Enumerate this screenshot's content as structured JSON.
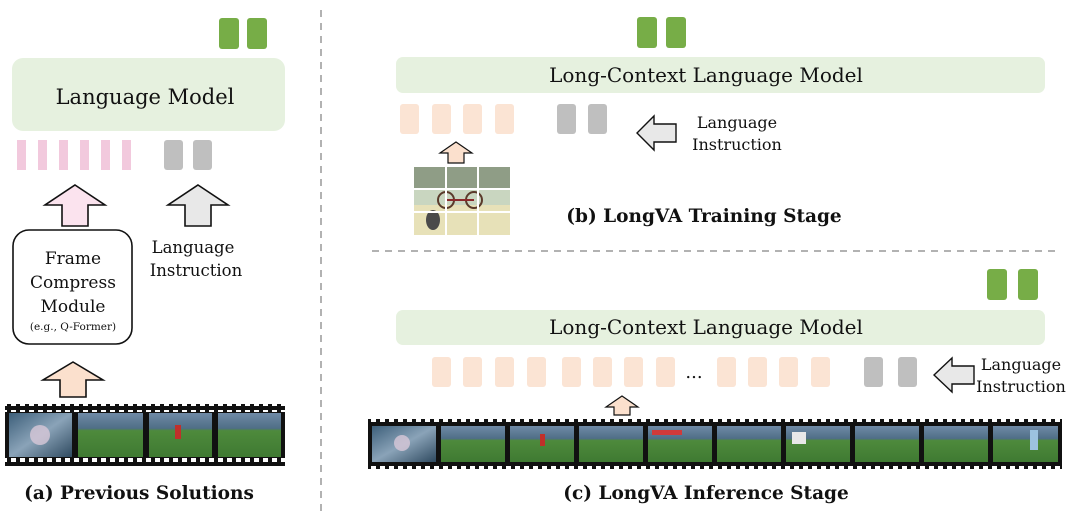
{
  "colors": {
    "model_box": "#e6f1df",
    "output_token": "#77ad47",
    "visual_token_prev": "#f2c9dd",
    "visual_token_long": "#fbe4d4",
    "text_token": "#bfbfbf",
    "arrow_pink": "#fbe3ee",
    "arrow_peach": "#fbe0cd",
    "arrow_gray": "#e8e8e8",
    "divider": "#999999"
  },
  "panel_a": {
    "model_label": "Language Model",
    "compress_line1": "Frame",
    "compress_line2": "Compress",
    "compress_line3": "Module",
    "compress_example": "(e.g., Q-Former)",
    "instruction_line1": "Language",
    "instruction_line2": "Instruction",
    "caption": "(a) Previous Solutions"
  },
  "panel_b": {
    "model_label": "Long-Context Language Model",
    "instruction_line1": "Language",
    "instruction_line2": "Instruction",
    "caption": "(b) LongVA Training Stage"
  },
  "panel_c": {
    "model_label": "Long-Context Language Model",
    "ellipsis": "...",
    "instruction_line1": "Language",
    "instruction_line2": "Instruction",
    "caption": "(c) LongVA Inference Stage"
  }
}
